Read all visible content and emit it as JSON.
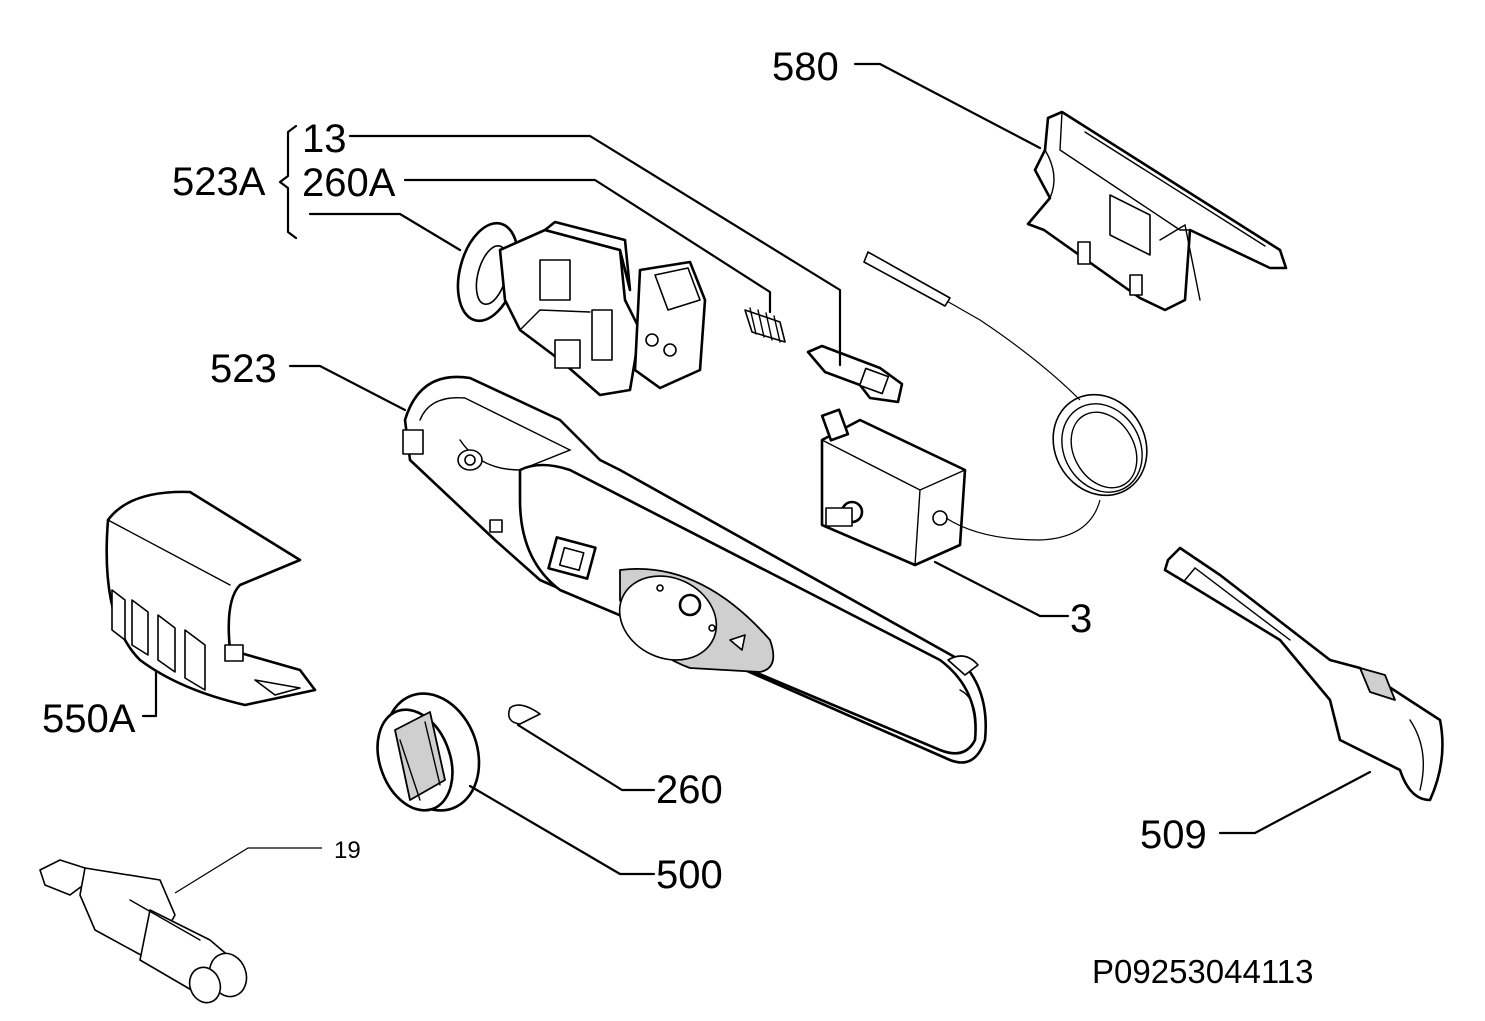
{
  "labels": {
    "l580": "580",
    "l523a": "523A",
    "l13": "13",
    "l260a": "260A",
    "l523": "523",
    "l3": "3",
    "l550a": "550A",
    "l260": "260",
    "l500": "500",
    "l509": "509",
    "l19": "19"
  },
  "drawing_code": "P09253044113"
}
